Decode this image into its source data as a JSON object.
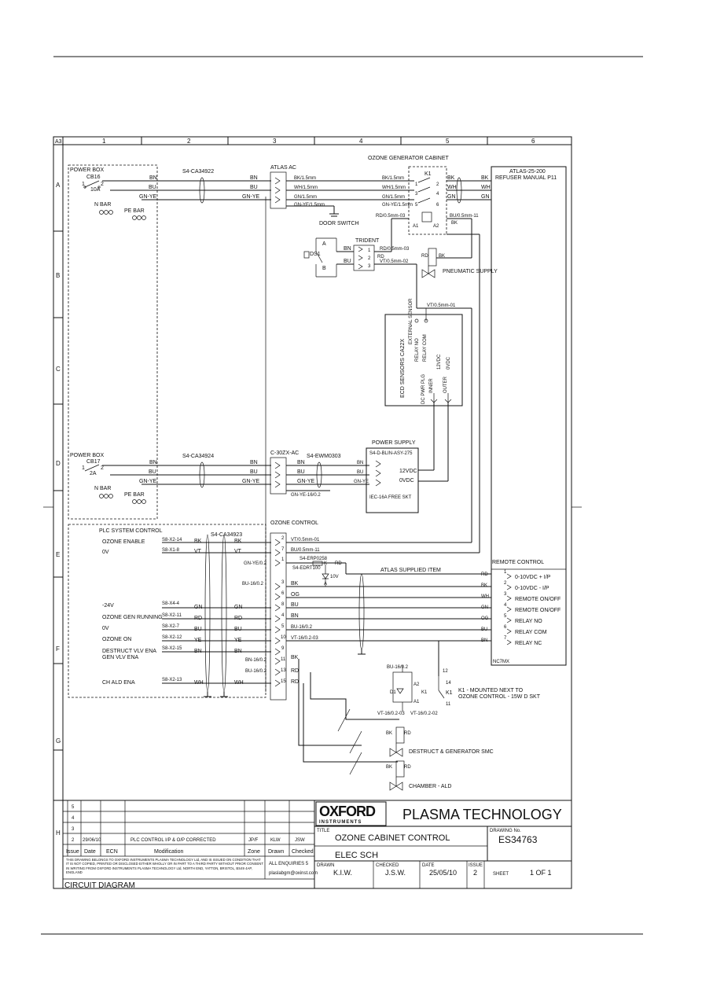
{
  "grid": {
    "cols": [
      "1",
      "2",
      "3",
      "4",
      "5",
      "6"
    ],
    "rows": [
      "A",
      "B",
      "C",
      "D",
      "E",
      "F",
      "G",
      "H"
    ],
    "sheet_size": "A3"
  },
  "zones": {
    "power_box_1": "POWER BOX",
    "cb1": "CB16",
    "cb1_rating": "10A",
    "n_bar": "N BAR",
    "pe_bar": "PE BAR",
    "cable1": "S4-CA34922",
    "atlas_ac": "ATLAS AC",
    "ozone_cabinet": "OZONE GENERATOR CABINET",
    "atlas_refuser": "ATLAS-25-200",
    "refuser_manual": "REFUSER MANUAL P11",
    "door_switch": "DOOR SWITCH",
    "ds1": "DS1",
    "trident": "TRIDENT",
    "pneumatic": "PNEUMATIC SUPPLY",
    "sensor_box": "ECD SENSORS CA22X",
    "ext_sens": "EXTERNAL SENSOR",
    "relay_no": "RELAY NO",
    "relay_com": "RELAY COM",
    "v12": "12VDC",
    "v0": "0VDC",
    "dc_pwr": "DC PWR PLG",
    "inner": "INNER",
    "outer": "OUTER",
    "power_box_2": "POWER BOX",
    "cb2": "CB17",
    "cb2_rating": "2A",
    "cable2": "S4-CA34924",
    "c30": "C-30ZX-AC",
    "ewm": "S4-EWM0303",
    "power_supply": "POWER SUPPLY",
    "ps_part": "S4-D-BLIN-ASY-275",
    "ps_12": "12VDC",
    "ps_0": "0VDC",
    "iec": "IEC-16A FREE SKT",
    "plc_title": "PLC SYSTEM CONTROL",
    "cable3": "S4-CA34923",
    "ozone_control": "OZONE CONTROL",
    "atlas_item": "ATLAS SUPPLIED ITEM",
    "remote_control": "REMOTE CONTROL",
    "nc7mx": "NC7MX",
    "k1_note1": "K1 - MOUNTED NEXT TO",
    "k1_note2": "OZONE CONTROL - 15W D SKT",
    "destruct": "DESTRUCT & GENERATOR SMC",
    "chamber": "CHAMBER - ALD"
  },
  "wire_labels": [
    "BK/1.5mm",
    "WH/1.5mm",
    "GN/1.5mm",
    "GN-YE/1.5mm",
    "RD/0.5mm-03",
    "BU/0.5mm-11",
    "RD/0.5mm-03",
    "VT/0.5mm-02",
    "VT/0.5mm-01",
    "VT/0.5mm-01",
    "BU/0.5mm-11",
    "GN-YE/0.2",
    "S4-ERP0258",
    "S4-EDRT100",
    "10V",
    "BU-16/0.2",
    "BU-16/0.2",
    "VT-16/0.2-03",
    "BN-16/0.2",
    "BU-16/0.2",
    "BU-16/0.2",
    "VT-16/0.2-03",
    "VT-16/0.2-02",
    "GN-YE-16/0.2"
  ],
  "plc_signals": [
    {
      "name": "OZONE ENABLE",
      "term": "S8-X2-14",
      "wire": "BK"
    },
    {
      "name": "0V",
      "term": "S8-X1-8",
      "wire": "VT"
    },
    {
      "name": "-24V",
      "term": "S8-X4-4",
      "wire": "GN"
    },
    {
      "name": "OZONE GEN RUNNING",
      "term": "S8-X2-11",
      "wire": "RD"
    },
    {
      "name": "0V",
      "term": "S8-X2-7",
      "wire": "BU"
    },
    {
      "name": "OZONE ON",
      "term": "S8-X2-12",
      "wire": "YE"
    },
    {
      "name": "DESTRUCT VLV ENA",
      "term": "S8-X2-15",
      "wire": "BN"
    },
    {
      "name": "GEN VLV ENA",
      "term": "",
      "wire": ""
    },
    {
      "name": "CH ALD ENA",
      "term": "S8-X2-13",
      "wire": "WH"
    }
  ],
  "remote_rows": [
    {
      "pin": "1",
      "wire": "RD",
      "label": "0-10VDC + I/P"
    },
    {
      "pin": "2",
      "wire": "BK",
      "label": "0-10VDC - I/P"
    },
    {
      "pin": "3",
      "wire": "WH",
      "label": "REMOTE ON/OFF"
    },
    {
      "pin": "4",
      "wire": "GN",
      "label": "REMOTE ON/OFF"
    },
    {
      "pin": "5",
      "wire": "OG",
      "label": "RELAY NO"
    },
    {
      "pin": "6",
      "wire": "BU",
      "label": "RELAY COM"
    },
    {
      "pin": "7",
      "wire": "BN",
      "label": "RELAY NC"
    }
  ],
  "title_block": {
    "company_logo": "OXFORD",
    "logo_sub": "INSTRUMENTS",
    "plasma": "PLASMA TECHNOLOGY",
    "title_label": "TITLE",
    "title1": "OZONE CABINET CONTROL",
    "title2": "ELEC SCH",
    "drawing_no_label": "DRAWING No.",
    "drawing_no": "ES34763",
    "drawn_label": "DRAWN",
    "drawn": "K.I.W.",
    "checked_label": "CHECKED",
    "checked": "J.S.W.",
    "date_label": "DATE",
    "date": "25/05/10",
    "issue_label": "ISSUE",
    "issue": "2",
    "sheet_label": "SHEET",
    "sheet": "1 OF 1",
    "rev_rows": [
      "5",
      "4",
      "3"
    ],
    "rev2": {
      "issue": "2",
      "date": "29/06/10",
      "ecn": "",
      "mod": "PLC CONTROL I/P & O/P CORRECTED",
      "zone": "JP/F",
      "drawn": "KLW",
      "checked": "JSW"
    },
    "headers": [
      "Issue",
      "Date",
      "ECN",
      "Modification",
      "Zone",
      "Drawn",
      "Checked"
    ],
    "copyright": "THIS DRAWING BELONGS TO OXFORD INSTRUMENTS PLASMA TECHNOLOGY Ltd, AND IS ISSUED ON CONDITION THAT IT IS NOT COPIED, PRINTED OR DISCLOSED EITHER WHOLLY OR IN PART TO A THIRD PARTY WITHOUT PRIOR CONSENT IN WRITING FROM OXFORD INSTRUMENTS PLASMA TECHNOLOGY Ltd, NORTH END, YATTON, BRISTOL, BS49 4AP, ENGLAND",
    "enquiries": "ALL ENQUIRIES 5",
    "email": "plaslabgm@oxinst.com"
  },
  "caption": "CIRCUIT DIAGRAM"
}
